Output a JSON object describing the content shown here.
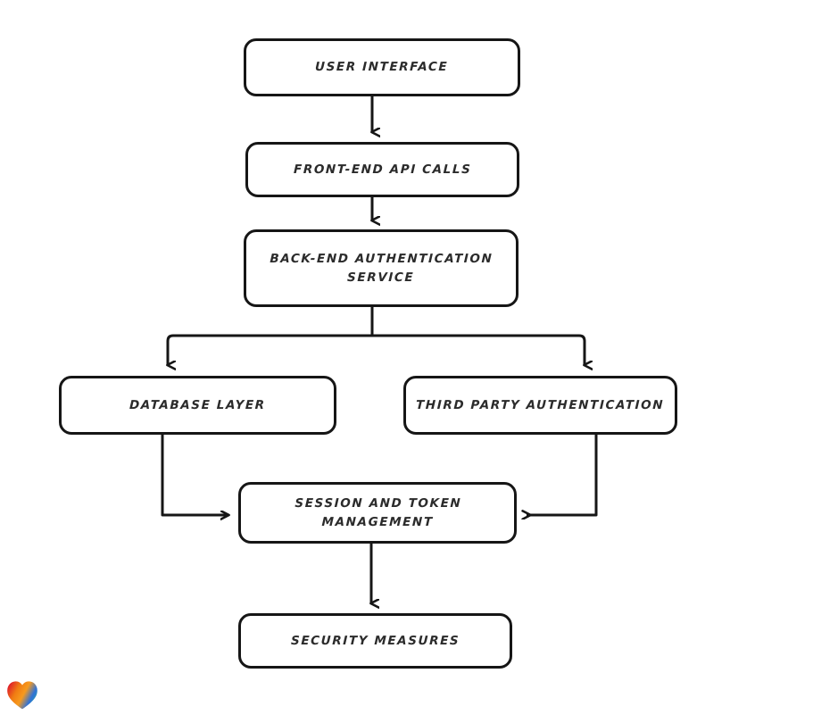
{
  "diagram": {
    "type": "flowchart",
    "orientation": "top-down",
    "style": "hand-drawn sketch",
    "background_color": "#ffffff",
    "stroke_color": "#161616",
    "text_color": "#2b2b2b",
    "nodes": [
      {
        "id": "user-interface",
        "label": "User Interface"
      },
      {
        "id": "frontend-api",
        "label": "Front-End API Calls"
      },
      {
        "id": "backend-auth",
        "label": "Back-End Authentication\nService"
      },
      {
        "id": "database-layer",
        "label": "Database Layer"
      },
      {
        "id": "third-party-auth",
        "label": "Third Party Authentication"
      },
      {
        "id": "session-token",
        "label": "Session and Token\nManagement"
      },
      {
        "id": "security",
        "label": "Security Measures"
      }
    ],
    "edges": [
      {
        "from": "user-interface",
        "to": "frontend-api",
        "arrow": "down"
      },
      {
        "from": "frontend-api",
        "to": "backend-auth",
        "arrow": "down"
      },
      {
        "from": "backend-auth",
        "to": "database-layer",
        "arrow": "down"
      },
      {
        "from": "backend-auth",
        "to": "third-party-auth",
        "arrow": "down"
      },
      {
        "from": "database-layer",
        "to": "session-token",
        "arrow": "right"
      },
      {
        "from": "third-party-auth",
        "to": "session-token",
        "arrow": "left"
      },
      {
        "from": "session-token",
        "to": "security",
        "arrow": "down"
      }
    ]
  },
  "watermark": {
    "icon": "heart-icon",
    "colors": [
      "#e0202a",
      "#f07c12",
      "#f79a1e",
      "#2f72d8",
      "#29a8a0"
    ]
  }
}
